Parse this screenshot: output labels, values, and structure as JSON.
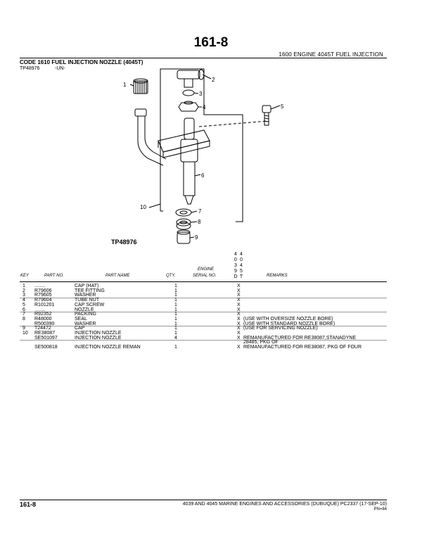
{
  "page": {
    "title": "161-8",
    "header_right": "1600 ENGINE 4045T FUEL INJECTION",
    "section_title": "CODE 1610 FUEL INJECTION NOZZLE (4045T)",
    "figure_label": "TP48976",
    "figure_un": "-UN-",
    "figure_caption": "TP48976"
  },
  "callouts": [
    "1",
    "2",
    "3",
    "4",
    "5",
    "6",
    "7",
    "8",
    "9",
    "10"
  ],
  "table": {
    "headers": {
      "key": "KEY",
      "part_no": "PART NO.",
      "part_name": "PART NAME",
      "qty": "QTY.",
      "serial_top": "ENGINE",
      "serial_bottom": "SERIAL NO.",
      "remarks": "REMARKS"
    },
    "model_cols": [
      [
        "4",
        "0",
        "3",
        "9",
        "D"
      ],
      [
        "4",
        "0",
        "4",
        "5",
        "T"
      ]
    ],
    "rows": [
      {
        "key": "1",
        "part": "........",
        "name": "CAP (HAT)",
        "qty": "1",
        "x": "X",
        "remarks": ""
      },
      {
        "key": "2",
        "part": "R79606",
        "name": "TEE FITTING",
        "qty": "1",
        "x": "X",
        "remarks": ""
      },
      {
        "key": "3",
        "part": "R79605",
        "name": "WASHER",
        "qty": "1",
        "x": "X",
        "remarks": ""
      },
      {
        "key": "4",
        "part": "R79604",
        "name": "TUBE NUT",
        "qty": "1",
        "x": "X",
        "remarks": ""
      },
      {
        "key": "5",
        "part": "R101201",
        "name": "CAP SCREW",
        "qty": "1",
        "x": "X",
        "remarks": ""
      },
      {
        "key": "6",
        "part": "........",
        "name": "NOZZLE",
        "qty": "1",
        "x": "X",
        "remarks": ""
      },
      {
        "key": "7",
        "part": "R92352",
        "name": "PACKING",
        "qty": "1",
        "x": "X",
        "remarks": ""
      },
      {
        "key": "8",
        "part": "R48000",
        "name": "SEAL",
        "qty": "1",
        "x": "X",
        "remarks": "(USE WITH OVERSIZE NOZZLE BORE)"
      },
      {
        "key": "",
        "part": "R500390",
        "name": "WASHER",
        "qty": "1",
        "x": "X",
        "remarks": "(USE WITH STANDARD NOZZLE BORE)"
      },
      {
        "key": "9",
        "part": "T24472",
        "name": "CAP",
        "qty": "1",
        "x": "X",
        "remarks": "(USE FOR SERVICING NOZZLE)"
      },
      {
        "key": "10",
        "part": "RE38087",
        "name": "INJECTION NOZZLE",
        "qty": "1",
        "x": "X",
        "remarks": ""
      },
      {
        "key": "",
        "part": "SE501097",
        "name": "INJECTION NOZZLE",
        "qty": "4",
        "x": "X",
        "remarks": "REMANUFACTURED FOR RE38087,STANADYNE"
      },
      {
        "key": "",
        "part": "",
        "name": "",
        "qty": "",
        "x": "",
        "remarks": "28485, PKG OF"
      },
      {
        "key": "",
        "part": "SE500818",
        "name": "INJECTION NOZZLE REMAN",
        "qty": "1",
        "x": "X",
        "remarks": "REMANUFACTURED FOR RE38087, PKG OF FOUR"
      }
    ]
  },
  "footer": {
    "left": "161-8",
    "right": "4039 AND 4045 MARINE ENGINES AND ACCESSORIES (DUBUQUE)   PC2337   (17-SEP-10)",
    "pn": "PN=84"
  }
}
